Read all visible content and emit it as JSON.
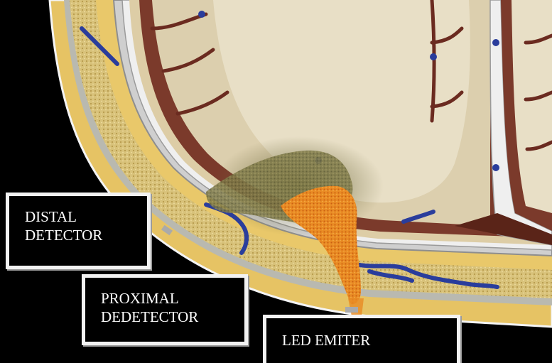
{
  "labels": {
    "distal": {
      "line1": "DISTAL",
      "line2": "DETECTOR"
    },
    "proximal": {
      "line1": "PROXIMAL",
      "line2": "DEDETECTOR"
    },
    "emitter": {
      "line1": "LED EMITER"
    }
  },
  "colors": {
    "background": "#000000",
    "skin": "#e8c567",
    "bone": "#d9c68f",
    "dura": "#c6c6c6",
    "csf": "#e0d2b0",
    "gray_matter": "#7a3a2c",
    "brain_interior": "#e6dcc0",
    "vessel": "#2c3f9a",
    "light_path": "#e88a2a",
    "label_box": "#000000",
    "label_text": "#ffffff",
    "label_border": "#f2f2f2"
  }
}
